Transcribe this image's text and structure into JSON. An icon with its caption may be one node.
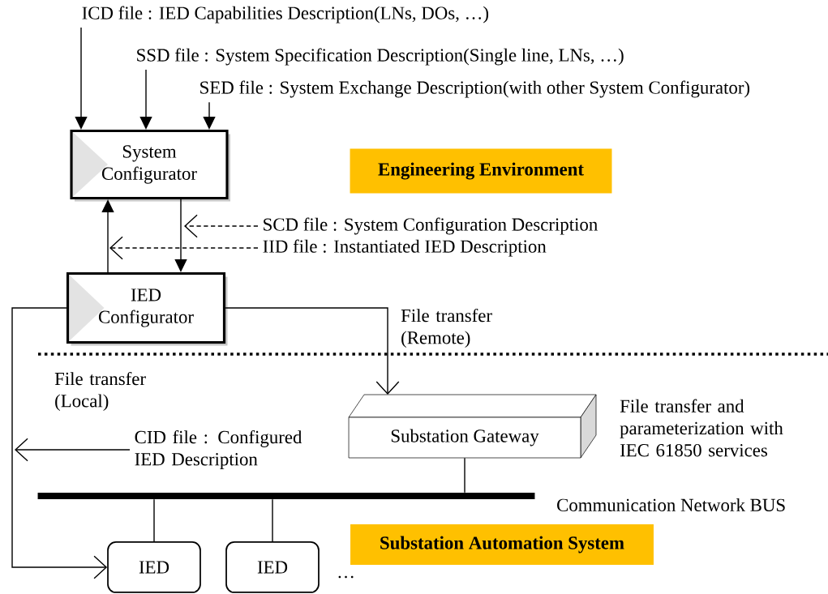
{
  "diagram": {
    "nodes": [
      {
        "text": [
          "ICD file : IED Capabilities Description(LNs, DOs, …)"
        ]
      },
      {
        "text": [
          "SSD file : System Specification Description(Single line, LNs, …)"
        ]
      },
      {
        "text": [
          "SED file : System Exchange Description(with other System Configurator)"
        ]
      },
      {
        "text": [
          "System Configurator"
        ]
      },
      {
        "text": [
          "Engineering Environment"
        ]
      },
      {
        "text": [
          "SCD file : System Configuration Description"
        ]
      },
      {
        "text": [
          "IID file : Instantiated IED Description"
        ]
      },
      {
        "text": [
          "IED Configurator"
        ]
      },
      {
        "text": [
          "Substation Gateway"
        ],
        "beside": [
          "File transfer and parameterization with IEC 61850 services"
        ]
      },
      {
        "text": [
          "CID file : Configured IED Description"
        ]
      },
      {
        "text": [],
        "shape": "bar",
        "beside": [
          "Communication Network BUS"
        ]
      },
      {
        "text": [
          "Substation Automation System"
        ]
      },
      {
        "text": [
          "IED"
        ]
      },
      {
        "text": [
          "IED"
        ]
      }
    ],
    "edges": [
      {
        "from": 0,
        "to": 3,
        "arrow": "to"
      },
      {
        "from": 1,
        "to": 3,
        "arrow": "to"
      },
      {
        "from": 2,
        "to": 3,
        "arrow": "to"
      },
      {
        "from": 7,
        "to": 3,
        "arrow": "to"
      },
      {
        "from": 3,
        "to": 7,
        "arrow": "to"
      },
      {
        "from": 5,
        "to": null,
        "arrow": "to",
        "style": "dashed"
      },
      {
        "from": 6,
        "to": null,
        "arrow": "to",
        "style": "dashed"
      },
      {
        "from": 7,
        "to": 8,
        "arrow": "to",
        "label": "File transfer (Remote)"
      },
      {
        "from": 7,
        "to": 12,
        "arrow": "to",
        "label": "File transfer (Local)"
      },
      {
        "from": 9,
        "to": null,
        "arrow": "to"
      },
      {
        "from": 8,
        "to": 10,
        "arrow": "none"
      },
      {
        "from": 10,
        "to": 12,
        "arrow": "none"
      },
      {
        "from": 10,
        "to": 13,
        "arrow": "none"
      }
    ],
    "labels": [
      "…"
    ]
  }
}
